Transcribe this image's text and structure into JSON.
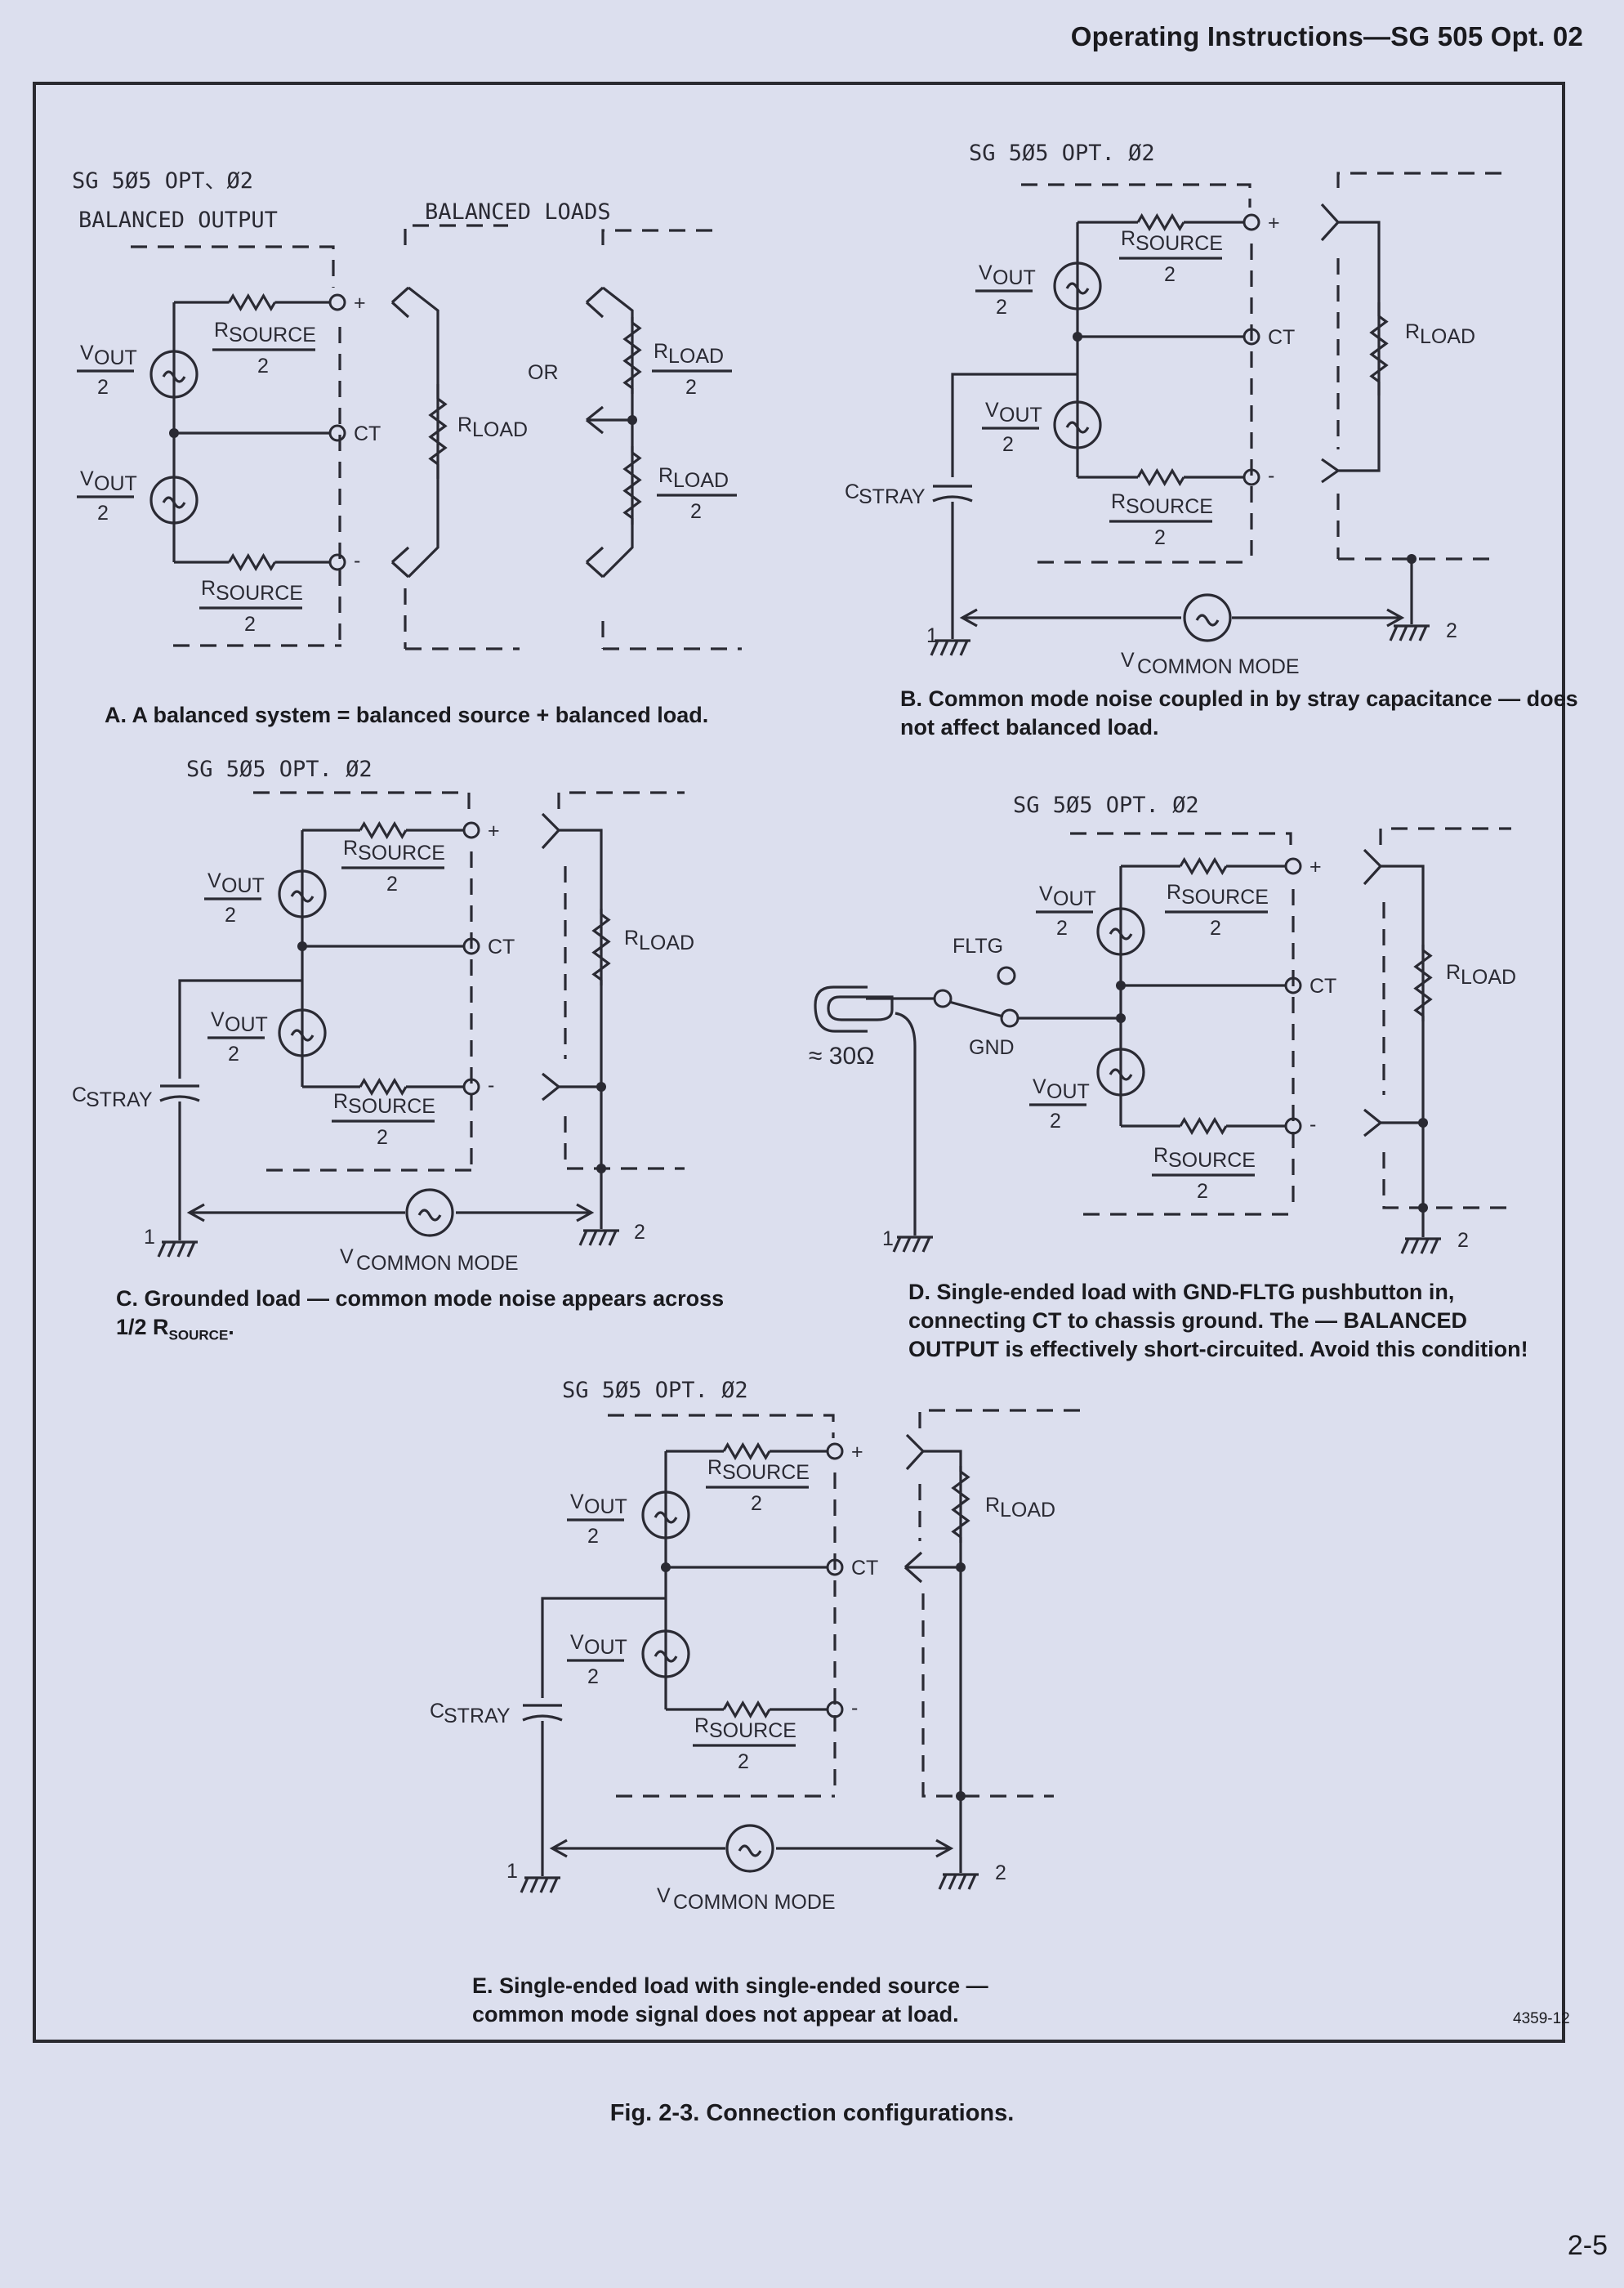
{
  "header": "Operating Instructions—SG 505 Opt. 02",
  "labels": {
    "vout": "OUT",
    "v": "V",
    "two": "2",
    "r": "R",
    "source": "SOURCE",
    "load": "LOAD",
    "plus": "+",
    "minus": "-",
    "ct": "CT",
    "cstray": "CSTRAY",
    "vcommon": "V COMMON MODE",
    "or": "OR",
    "g1": "1",
    "g2": "2",
    "fltg": "FLTG",
    "gnd": "GND",
    "ohms": "≈ 30Ω",
    "sg505": "SG 5Ø5 OPT. Ø2",
    "sg505a": "SG 5Ø5 OPT、Ø2",
    "balanced_output": "BALANCED OUTPUT",
    "balanced_loads": "BALANCED LOADS"
  },
  "captions": {
    "a": "A. A balanced system = balanced source + balanced load.",
    "b": "B. Common mode noise coupled in by stray capacitance — does not affect balanced load.",
    "c_pre": "C. Grounded load — common mode noise appears across 1/2 R",
    "c_sub": "SOURCE",
    "c_post": ".",
    "d": "D. Single-ended load with GND-FLTG pushbutton in, connecting CT to chassis ground. The — BALANCED OUTPUT is effectively short-circuited. Avoid this condition!",
    "e": "E. Single-ended load with single-ended source — common mode signal does not appear at load."
  },
  "figure_code": "4359-12",
  "figure_caption": "Fig. 2-3. Connection configurations.",
  "page_number": "2-5"
}
